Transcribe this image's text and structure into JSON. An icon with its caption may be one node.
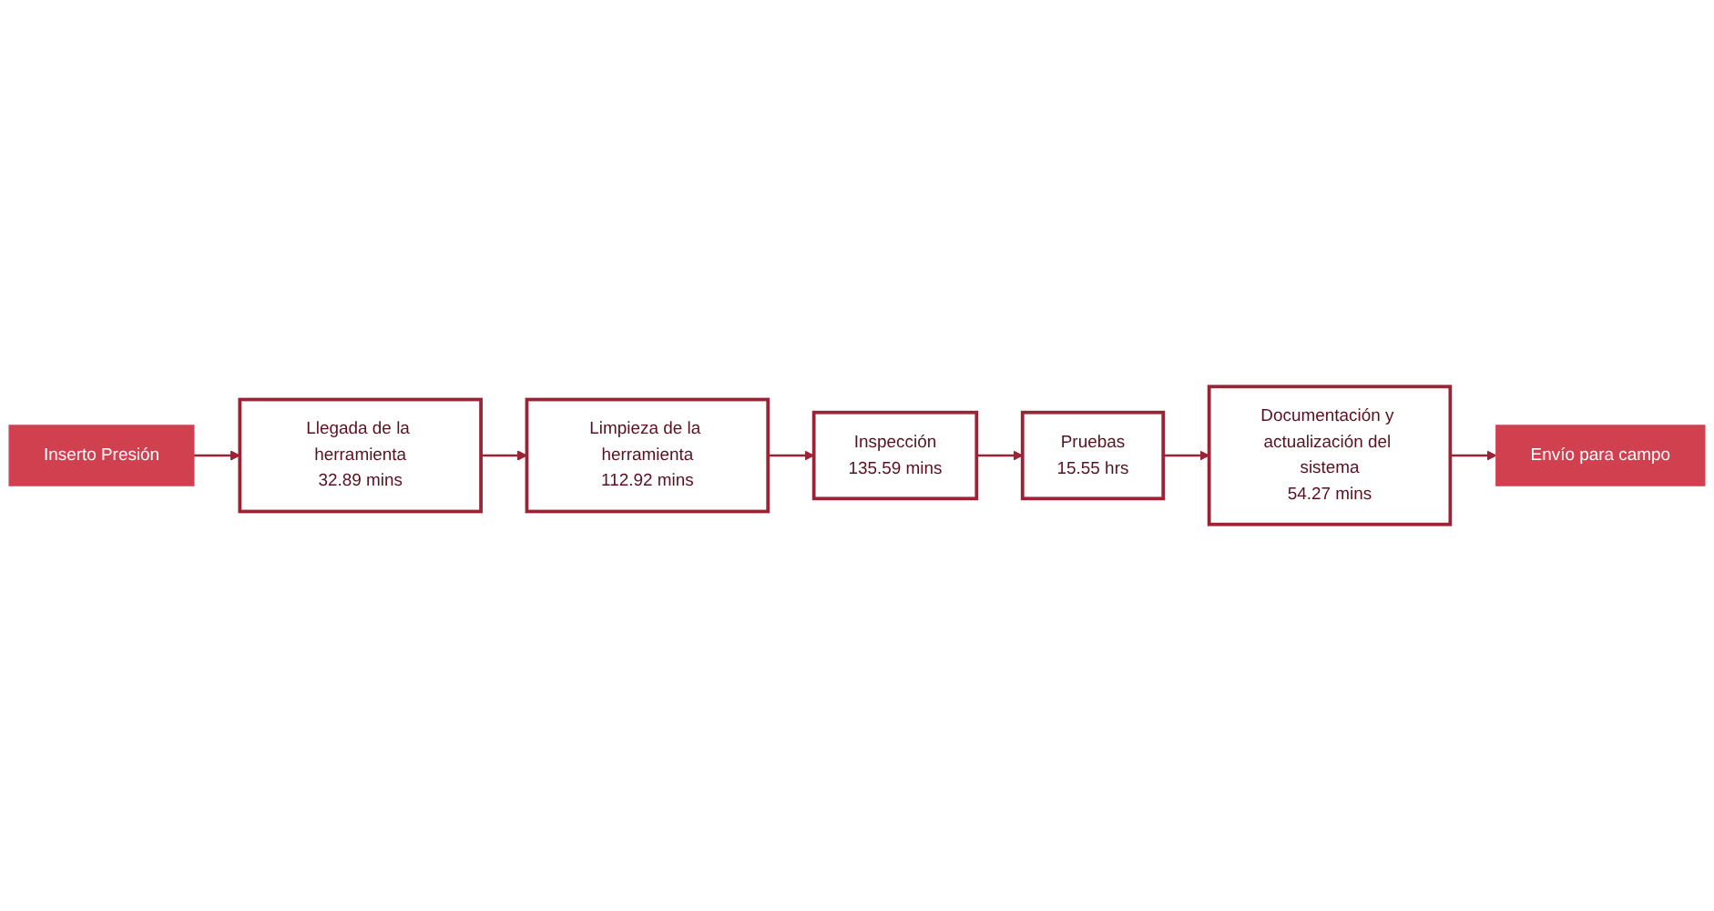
{
  "diagram": {
    "nodes": [
      {
        "text": [
          "Inserto Presión"
        ]
      },
      {
        "text": [
          "Llegada de la herramienta",
          "32.89 mins"
        ]
      },
      {
        "text": [
          "Limpieza de la herramienta",
          "112.92 mins"
        ]
      },
      {
        "text": [
          "Inspección",
          "135.59 mins"
        ]
      },
      {
        "text": [
          "Pruebas",
          "15.55 hrs"
        ]
      },
      {
        "text": [
          "Documentación y actualización del sistema",
          "54.27 mins"
        ]
      },
      {
        "text": [
          "Envío para campo"
        ]
      }
    ],
    "edges": [
      {
        "from": 0,
        "to": 1,
        "arrow": "to"
      },
      {
        "from": 1,
        "to": 2,
        "arrow": "to"
      },
      {
        "from": 2,
        "to": 3,
        "arrow": "to"
      },
      {
        "from": 3,
        "to": 4,
        "arrow": "to"
      },
      {
        "from": 4,
        "to": 5,
        "arrow": "to"
      },
      {
        "from": 5,
        "to": 6,
        "arrow": "to"
      }
    ]
  }
}
